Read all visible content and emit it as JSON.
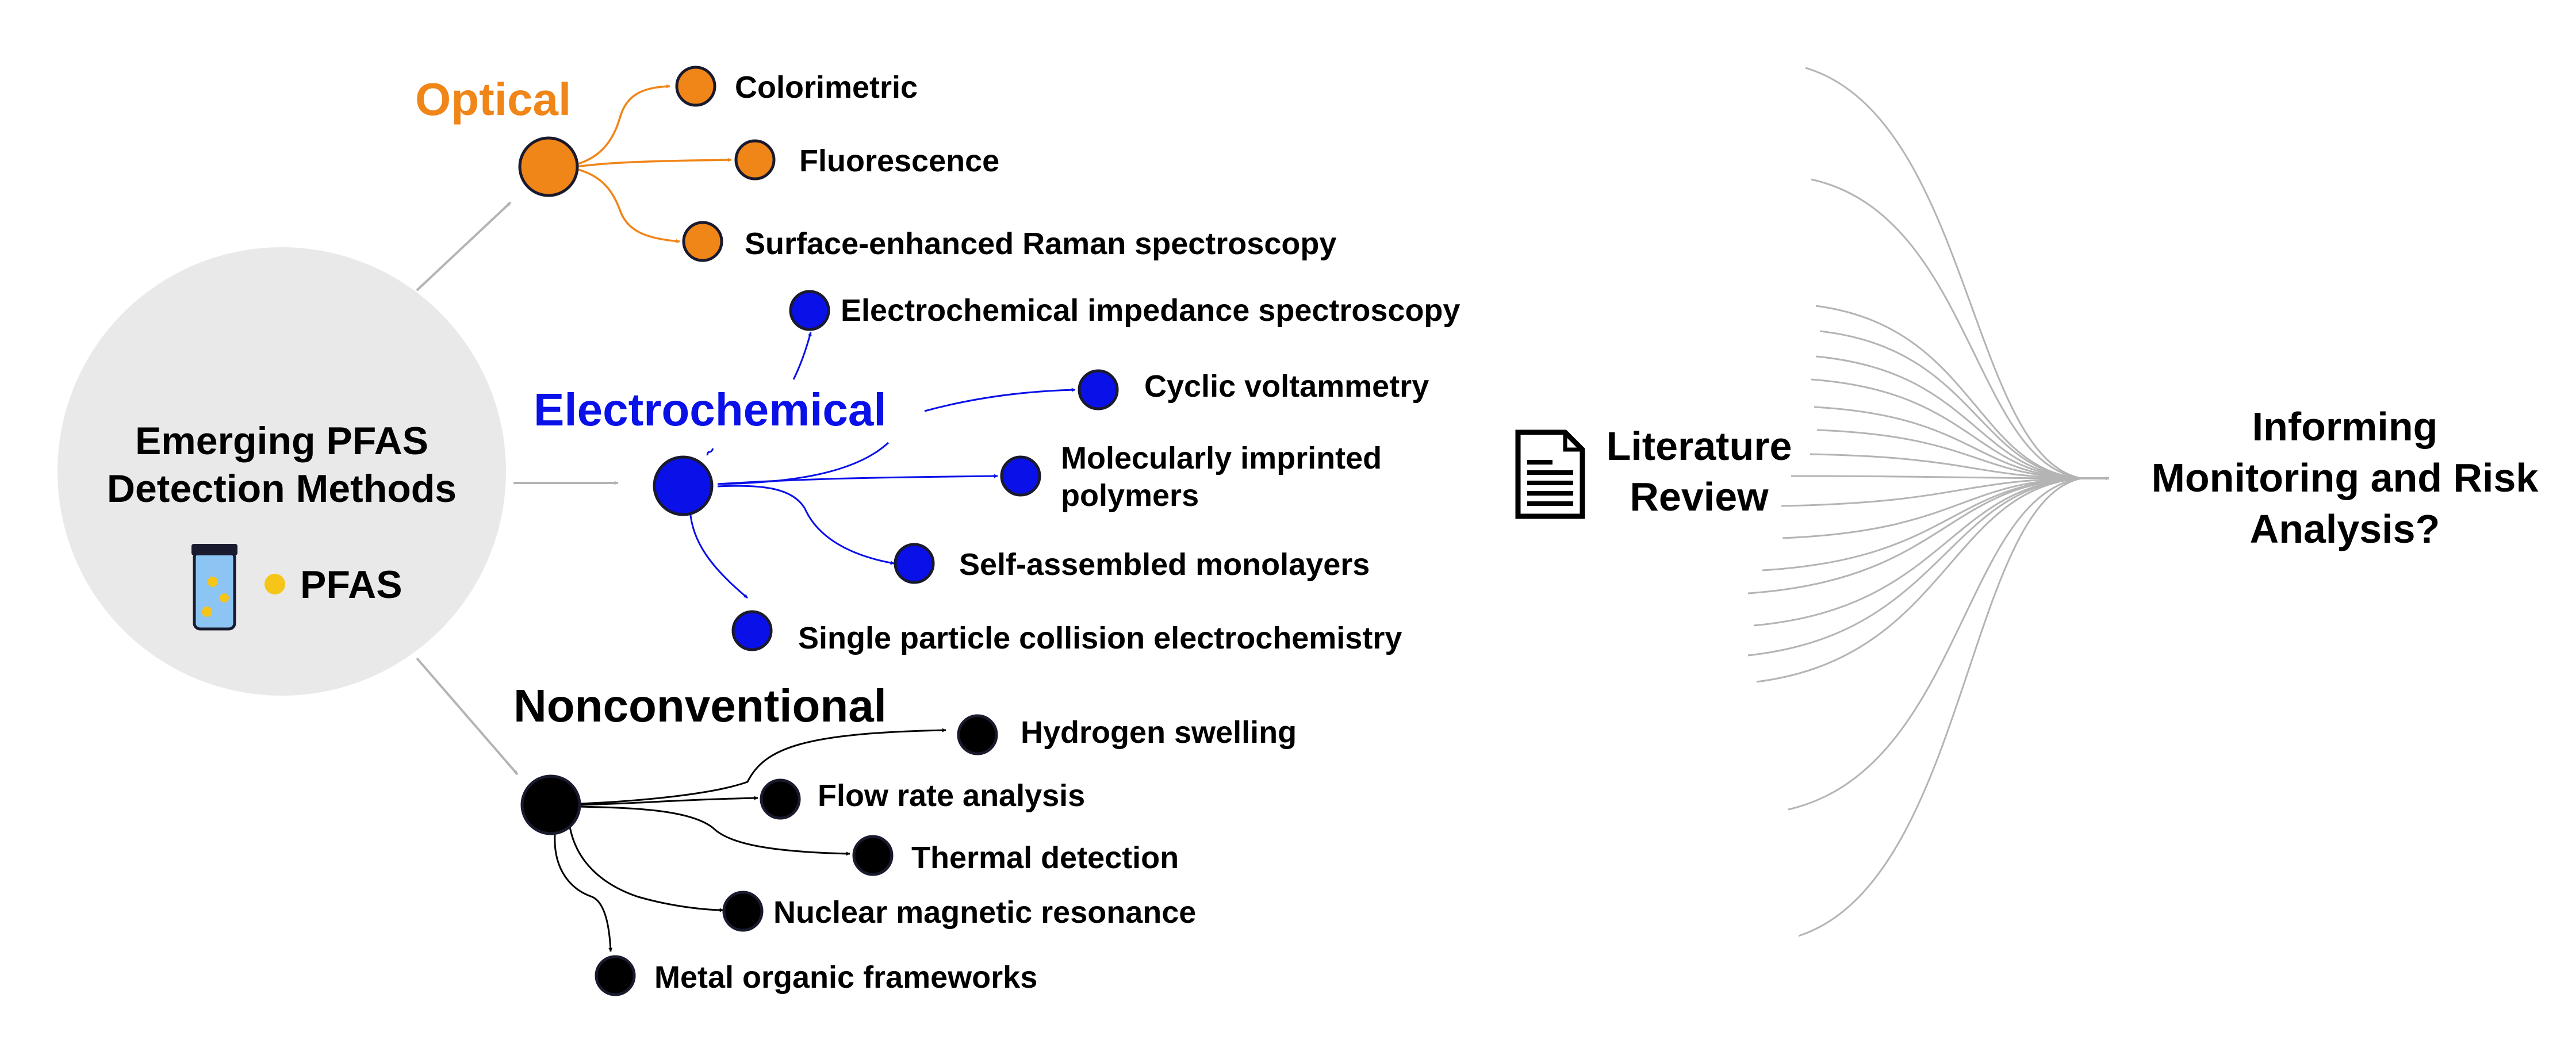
{
  "center": {
    "title_line1": "Emerging PFAS",
    "title_line2": "Detection Methods",
    "legend_label": "PFAS",
    "circle_color": "#e9e9e9",
    "pfas_dot_color": "#f5c518",
    "vial_color": "#8cc4f4"
  },
  "optical": {
    "label": "Optical",
    "color": "#f08518",
    "items": [
      "Colorimetric",
      "Fluorescence",
      "Surface-enhanced Raman spectroscopy"
    ]
  },
  "electrochemical": {
    "label": "Electrochemical",
    "color": "#0a10e8",
    "items": [
      "Electrochemical impedance spectroscopy",
      "Cyclic voltammetry",
      "Molecularly imprinted",
      "polymers",
      "Self-assembled monolayers",
      "Single particle collision electrochemistry"
    ]
  },
  "nonconventional": {
    "label": "Nonconventional",
    "color": "#000000",
    "items": [
      "Hydrogen swelling",
      "Flow rate analysis",
      "Thermal detection",
      "Nuclear magnetic resonance",
      "Metal organic frameworks"
    ]
  },
  "literature": {
    "line1": "Literature",
    "line2": "Review",
    "icon": "document-icon"
  },
  "outcome": {
    "line1": "Informing",
    "line2": "Monitoring and Risk",
    "line3": "Analysis?"
  },
  "connector_color": "#b4b4b4"
}
